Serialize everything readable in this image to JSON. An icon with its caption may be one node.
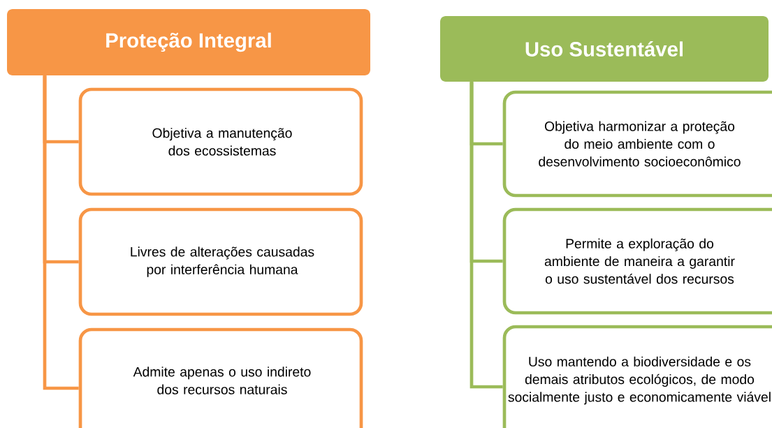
{
  "diagram": {
    "nodes": [
      {
        "text": [
          "Proteção Integral"
        ]
      },
      {
        "text": [
          "Objetiva a manutenção dos ecossistemas"
        ]
      },
      {
        "text": [
          "Livres de alterações causadas por interferência humana"
        ]
      },
      {
        "text": [
          "Admite apenas o uso indireto dos recursos naturais"
        ]
      },
      {
        "text": [
          "Uso Sustentável"
        ]
      },
      {
        "text": [
          "Objetiva harmonizar a proteção do meio ambiente com o desenvolvimento socioeconômico"
        ]
      },
      {
        "text": [
          "Permite a exploração do ambiente de maneira a garantir o uso sustentável dos recursos"
        ]
      },
      {
        "text": [
          "Uso mantendo a biodiversidade e os demais atributos ecológicos, de modo socialmente justo e economicamente viável"
        ]
      }
    ],
    "edges": [
      {
        "from": 0,
        "to": 1,
        "arrow": "none",
        "color": "#f79646"
      },
      {
        "from": 0,
        "to": 2,
        "arrow": "none",
        "color": "#f79646"
      },
      {
        "from": 0,
        "to": 3,
        "arrow": "none",
        "color": "#f79646"
      },
      {
        "from": 4,
        "to": 5,
        "arrow": "none",
        "color": "#9bbb59"
      },
      {
        "from": 4,
        "to": 6,
        "arrow": "none",
        "color": "#9bbb59"
      },
      {
        "from": 4,
        "to": 7,
        "arrow": "none",
        "color": "#9bbb59"
      }
    ]
  }
}
